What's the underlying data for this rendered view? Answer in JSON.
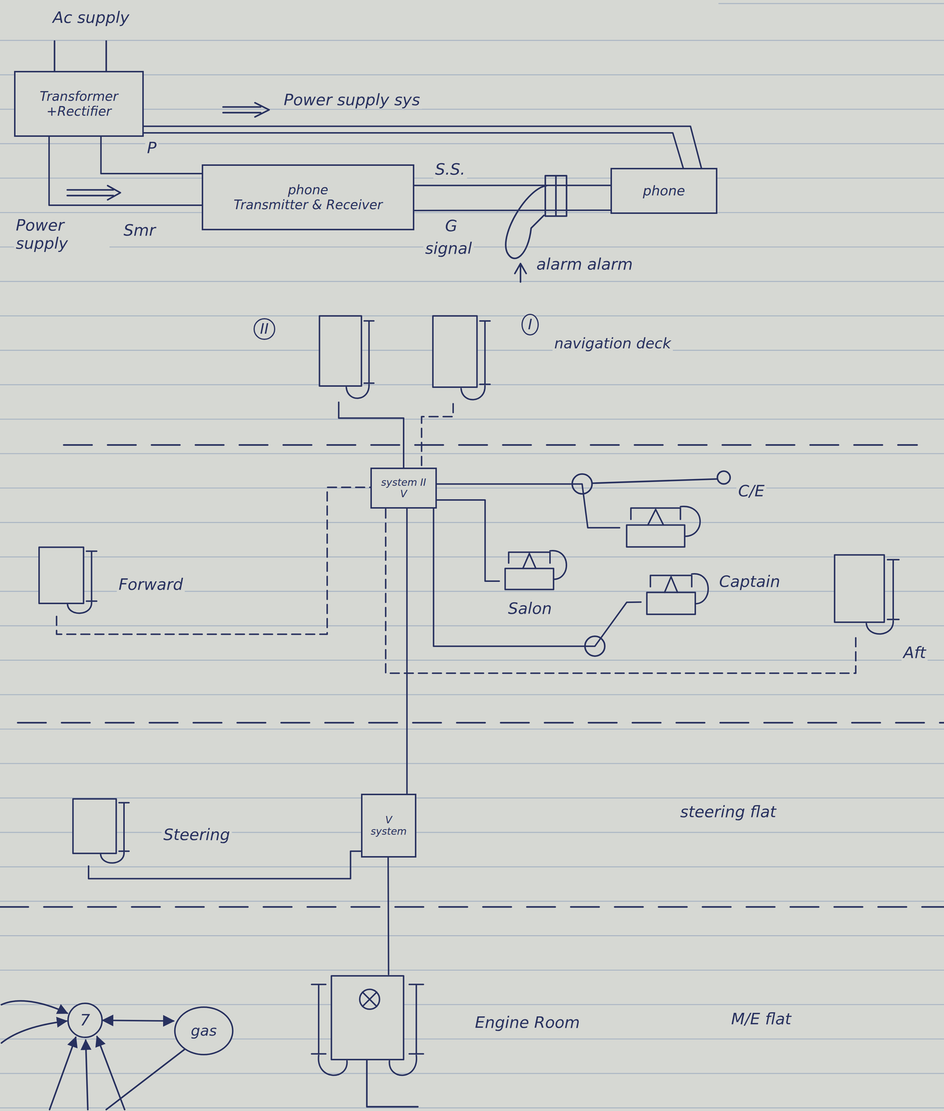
{
  "diagram": {
    "nodes": [
      {
        "text": [
          "Transformer +Rectifier"
        ]
      },
      {
        "text": [
          "phone",
          "Transmitter & Receiver"
        ]
      },
      {
        "text": [
          "phone"
        ]
      },
      {
        "text": [
          "II"
        ]
      },
      {
        "text": [
          "I",
          "navigation deck"
        ]
      },
      {
        "text": [
          "system II",
          "V"
        ]
      },
      {
        "text": [
          "Forward"
        ]
      },
      {
        "text": [
          "C/E"
        ]
      },
      {
        "text": [
          "Salon"
        ]
      },
      {
        "text": [
          "Captain"
        ]
      },
      {
        "text": [
          "Aft"
        ]
      },
      {
        "text": [
          "Steering"
        ]
      },
      {
        "text": [
          "V",
          "system"
        ]
      },
      {
        "text": [
          "Engine Room"
        ]
      },
      {
        "text": [
          "7"
        ]
      },
      {
        "text": [
          "gas"
        ]
      }
    ],
    "edges": [
      {
        "from": 0,
        "to": 1,
        "arrow": "none"
      },
      {
        "from": 0,
        "to": 1,
        "arrow": "none"
      },
      {
        "from": 0,
        "to": 2,
        "arrow": "none"
      },
      {
        "from": 0,
        "to": 2,
        "arrow": "none"
      },
      {
        "from": 1,
        "to": 2,
        "arrow": "none"
      },
      {
        "from": 1,
        "to": 2,
        "arrow": "none"
      },
      {
        "from": 3,
        "to": 5,
        "arrow": "none"
      },
      {
        "from": 4,
        "to": 5,
        "arrow": "none"
      },
      {
        "from": 6,
        "to": 5,
        "arrow": "none"
      },
      {
        "from": 5,
        "to": 7,
        "arrow": "none"
      },
      {
        "from": 5,
        "to": 8,
        "arrow": "none"
      },
      {
        "from": 5,
        "to": 9,
        "arrow": "none"
      },
      {
        "from": 10,
        "to": 5,
        "arrow": "none"
      },
      {
        "from": 5,
        "to": 12,
        "arrow": "none"
      },
      {
        "from": 11,
        "to": 12,
        "arrow": "none"
      },
      {
        "from": 12,
        "to": 13,
        "arrow": "none"
      },
      {
        "from": 14,
        "to": 15,
        "arrow": "both"
      }
    ],
    "labels": [
      "Ac supply",
      "Power supply sys",
      "P",
      "Power supply",
      "Smr",
      "S.S.",
      "G",
      "signal",
      "alarm alarm",
      "steering flat",
      "M/E flat"
    ]
  }
}
